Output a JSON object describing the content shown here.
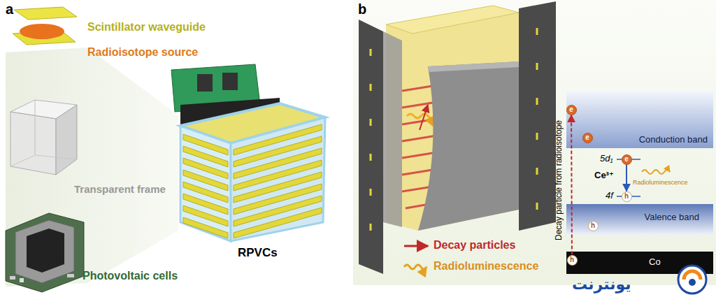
{
  "diagram": {
    "nodes": [
      {
        "text": [
          "Conduction band"
        ]
      },
      {
        "text": [
          "e"
        ],
        "in": 0
      },
      {
        "text": [
          "e"
        ],
        "in": 0
      },
      {
        "text": [
          "e"
        ]
      },
      {
        "text": [
          "h"
        ]
      },
      {
        "text": [
          "Valence band"
        ]
      },
      {
        "text": [
          "h"
        ],
        "in": 5
      },
      {
        "text": [
          "Co"
        ]
      },
      {
        "text": [
          "h"
        ],
        "in": 7
      }
    ],
    "edges": [
      {
        "from": 8,
        "to": 1,
        "arrow": "to"
      },
      {
        "from": 3,
        "to": 4,
        "arrow": "to"
      }
    ],
    "labels": [
      "a",
      "Scintillator waveguide",
      "Radioisotope source",
      "Transparent frame",
      "Photovoltaic cells",
      "RPVCs",
      "b",
      "5d₁",
      "Ce³⁺",
      "Radioluminescence",
      "4f",
      "Decay particle from radioisotope",
      "یونترنت"
    ],
    "legend": [
      {
        "text": "Decay particles"
      },
      {
        "text": "Radioluminescence"
      }
    ]
  }
}
